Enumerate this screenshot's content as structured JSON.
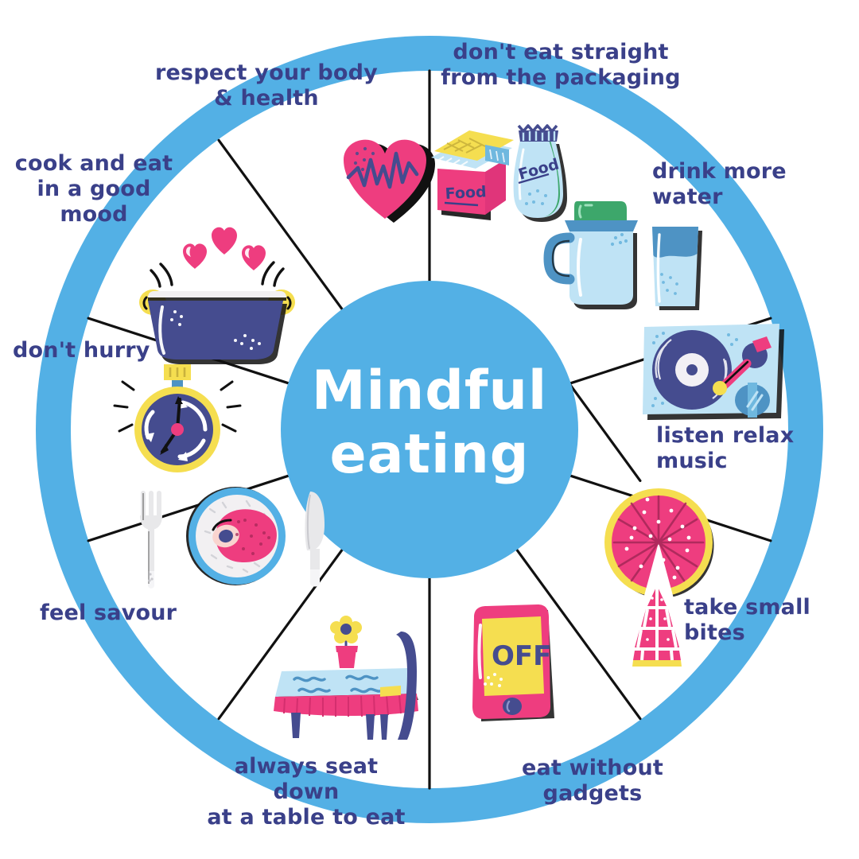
{
  "title": "Mindful eating",
  "center": {
    "line1": "Mindful",
    "line2": "eating",
    "text": "Mindful\neating"
  },
  "colors": {
    "ring": "#53B0E5",
    "center_circle": "#53B0E5",
    "label_text": "#3a4089",
    "center_text": "#ffffff",
    "background": "#ffffff",
    "divider": "#111111",
    "pink": "#EE3D7F",
    "navy": "#454C8F",
    "yellow": "#F5DE50",
    "light_blue": "#BFE3F5",
    "green": "#3DA76B"
  },
  "segments": [
    {
      "id": "packaging",
      "label": "don't eat straight\nfrom the packaging",
      "icon": "food-packaging-icon"
    },
    {
      "id": "water",
      "label": "drink more water",
      "icon": "water-pitcher-icon"
    },
    {
      "id": "music",
      "label": "listen relax music",
      "icon": "record-player-icon"
    },
    {
      "id": "bites",
      "label": "take small bites",
      "icon": "grapefruit-slices-icon"
    },
    {
      "id": "gadgets",
      "label": "eat without gadgets",
      "icon": "phone-off-icon"
    },
    {
      "id": "seat",
      "label": "always seat down\nat a table to eat",
      "icon": "dining-table-icon"
    },
    {
      "id": "savour",
      "label": "feel savour",
      "icon": "steak-plate-icon"
    },
    {
      "id": "hurry",
      "label": "don't hurry",
      "icon": "stopwatch-icon"
    },
    {
      "id": "cook",
      "label": "cook and eat\nin a good mood",
      "icon": "cooking-pot-hearts-icon"
    },
    {
      "id": "respect",
      "label": "respect your body\n& health",
      "icon": "heart-pulse-icon"
    }
  ],
  "icon_text": {
    "food_box": "Food",
    "food_bag": "Food",
    "phone_screen": "OFF"
  }
}
